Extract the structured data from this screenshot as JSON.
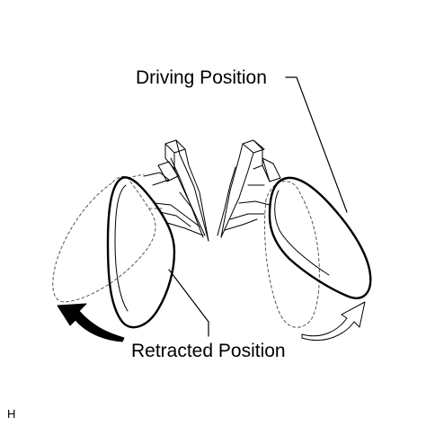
{
  "labels": {
    "driving_position": "Driving Position",
    "retracted_position": "Retracted Position",
    "figure_code": "H"
  },
  "colors": {
    "background": "#ffffff",
    "ink": "#000000",
    "ghost": "#555555"
  }
}
